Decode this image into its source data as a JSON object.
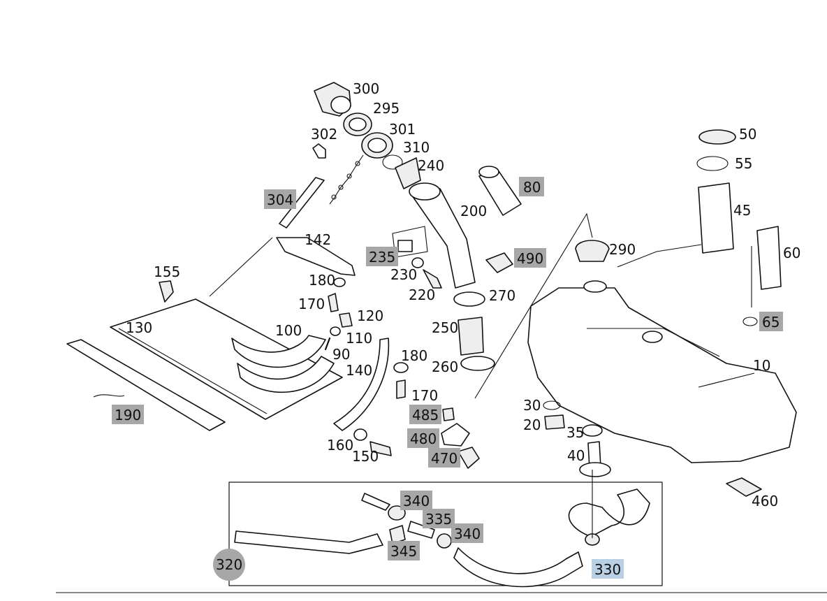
{
  "colors": {
    "label_plain": "#111111",
    "label_box_bg": "#a7a7a7",
    "label_box_selected": "#b9cfe4",
    "linework": "#111111"
  },
  "callouts": {
    "c10": "10",
    "c20": "20",
    "c30": "30",
    "c35": "35",
    "c40": "40",
    "c45": "45",
    "c50": "50",
    "c55": "55",
    "c60": "60",
    "c65": "65",
    "c80": "80",
    "c90": "90",
    "c100": "100",
    "c110": "110",
    "c120": "120",
    "c130": "130",
    "c140": "140",
    "c142": "142",
    "c150": "150",
    "c155": "155",
    "c160": "160",
    "c170a": "170",
    "c170b": "170",
    "c180a": "180",
    "c180b": "180",
    "c190": "190",
    "c200": "200",
    "c220": "220",
    "c230": "230",
    "c235": "235",
    "c240": "240",
    "c250": "250",
    "c260": "260",
    "c270": "270",
    "c290": "290",
    "c295": "295",
    "c300": "300",
    "c301": "301",
    "c302": "302",
    "c304": "304",
    "c310": "310",
    "c320": "320",
    "c330": "330",
    "c335": "335",
    "c340a": "340",
    "c340b": "340",
    "c345": "345",
    "c460": "460",
    "c470": "470",
    "c480": "480",
    "c485": "485",
    "c490": "490"
  }
}
